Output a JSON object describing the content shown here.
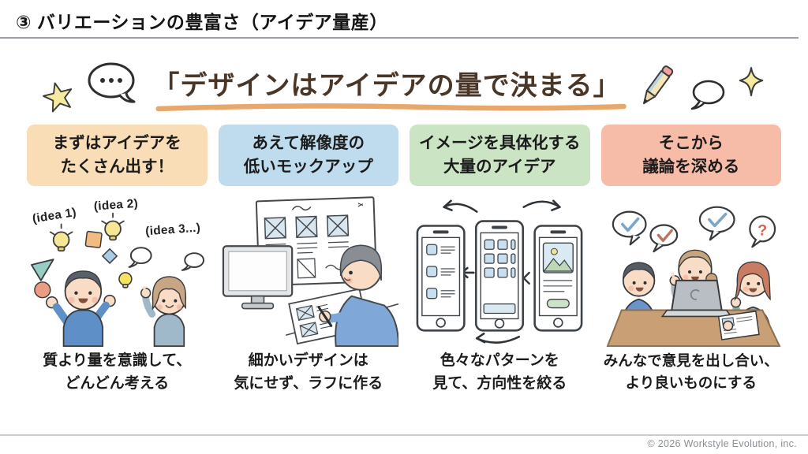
{
  "header": {
    "title": "③ バリエーションの豊富さ（アイデア量産）"
  },
  "quote": {
    "text": "「デザインはアイデアの量で決まる」",
    "text_color": "#4a3627",
    "underline_color": "#e8a76c"
  },
  "decor": {
    "icons": [
      "star-icon",
      "ellipsis-speech-bubble-icon",
      "pencil-icon",
      "speech-bubble-icon",
      "sparkle-icon"
    ]
  },
  "columns": [
    {
      "header_lines": [
        "まずはアイデアを",
        "たくさん出す！"
      ],
      "header_bg": "#f9ddb7",
      "illustration": "two-people-brainstorming",
      "idea_labels": [
        "(idea 1)",
        "(idea 2)",
        "(idea 3...)"
      ],
      "caption_lines": [
        "質より量を意識して、",
        "どんどん考える"
      ]
    },
    {
      "header_lines": [
        "あえて解像度の",
        "低いモックアップ"
      ],
      "header_bg": "#bfdcef",
      "illustration": "person-sketching-wireframes",
      "caption_lines": [
        "細かいデザインは",
        "気にせず、ラフに作る"
      ]
    },
    {
      "header_lines": [
        "イメージを具体化する",
        "大量のアイデア"
      ],
      "header_bg": "#cbe4c4",
      "illustration": "three-phone-mockups",
      "caption_lines": [
        "色々なパターンを",
        "見て、方向性を絞る"
      ]
    },
    {
      "header_lines": [
        "そこから",
        "議論を深める"
      ],
      "header_bg": "#f6bca7",
      "illustration": "team-discussion",
      "bubble_question": "?",
      "caption_lines": [
        "みんなで意見を出し合い、",
        "より良いものにする"
      ]
    }
  ],
  "footer": {
    "copyright": "© 2026 Workstyle Evolution, inc."
  },
  "colors": {
    "title_rule": "#9ba1a6",
    "footer_rule": "#c8cbcf",
    "footer_text": "#8b9096",
    "check_blue": "#7ba6c9",
    "check_red": "#b9755e"
  }
}
